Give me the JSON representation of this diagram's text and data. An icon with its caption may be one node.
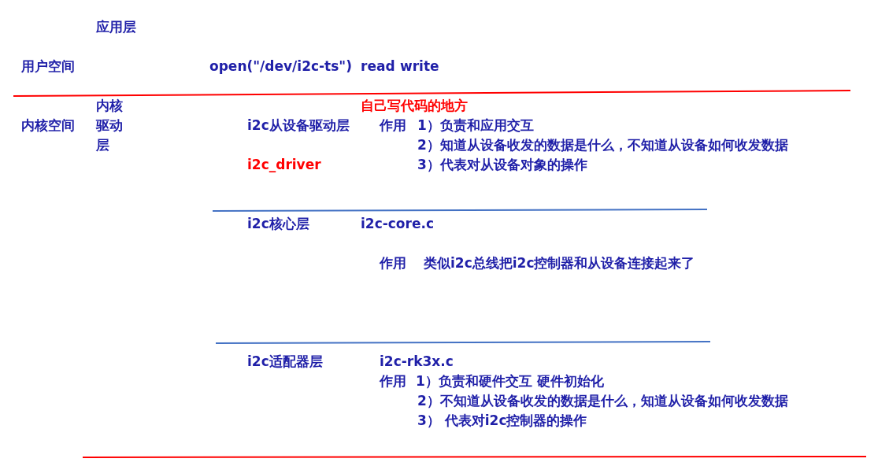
{
  "diagram": {
    "labels": [
      "应用层",
      "用户空间",
      "open(\"/dev/i2c-ts\")",
      "read",
      "write",
      "内核驱动层",
      "内核空间",
      "自己写代码的地方",
      "i2c从设备驱动层",
      "作用",
      "1）负责和应用交互",
      "2）知道从设备收发的数据是什么，不知道从设备如何收发数据",
      "i2c_driver",
      "3）代表对从设备对象的操作",
      "i2c核心层",
      "i2c-core.c",
      "作用",
      "类似i2c总线把i2c控制器和从设备连接起来了",
      "i2c适配器层",
      "i2c-rk3x.c",
      "作用",
      "1）负责和硬件交互 硬件初始化",
      "2）不知道从设备收发的数据是什么，知道从设备如何收发数据",
      "3） 代表对i2c控制器的操作"
    ]
  }
}
